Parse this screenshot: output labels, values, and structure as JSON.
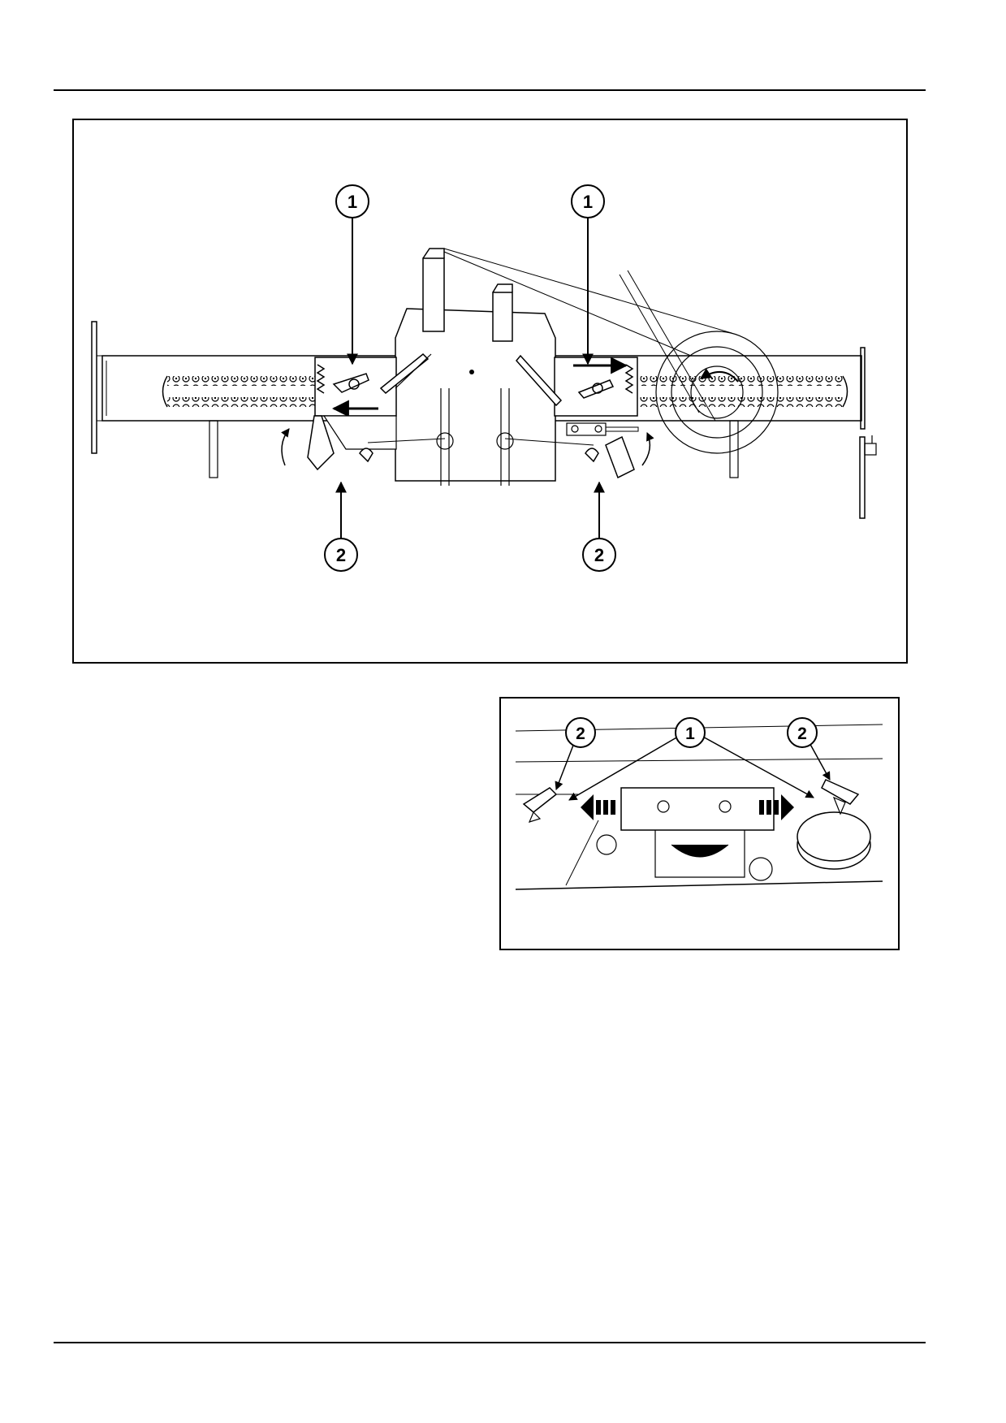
{
  "figure1": {
    "callouts": [
      "1",
      "1",
      "2",
      "2"
    ]
  },
  "figure2": {
    "callouts": [
      "2",
      "1",
      "2"
    ]
  }
}
